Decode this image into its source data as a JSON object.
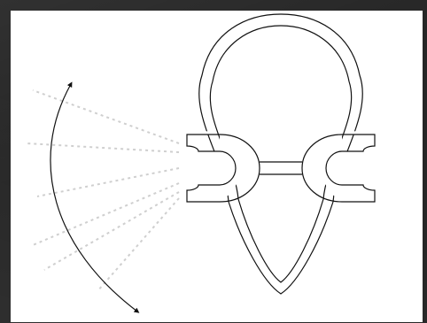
{
  "diagram": {
    "subject": "head-with-wrench-ears",
    "background_color": "#262626",
    "panel_color": "#ffffff",
    "line_color": "#111111",
    "ray_color": "#cfcfcf",
    "ray_count": 6,
    "arc_arrowheads": 2
  }
}
